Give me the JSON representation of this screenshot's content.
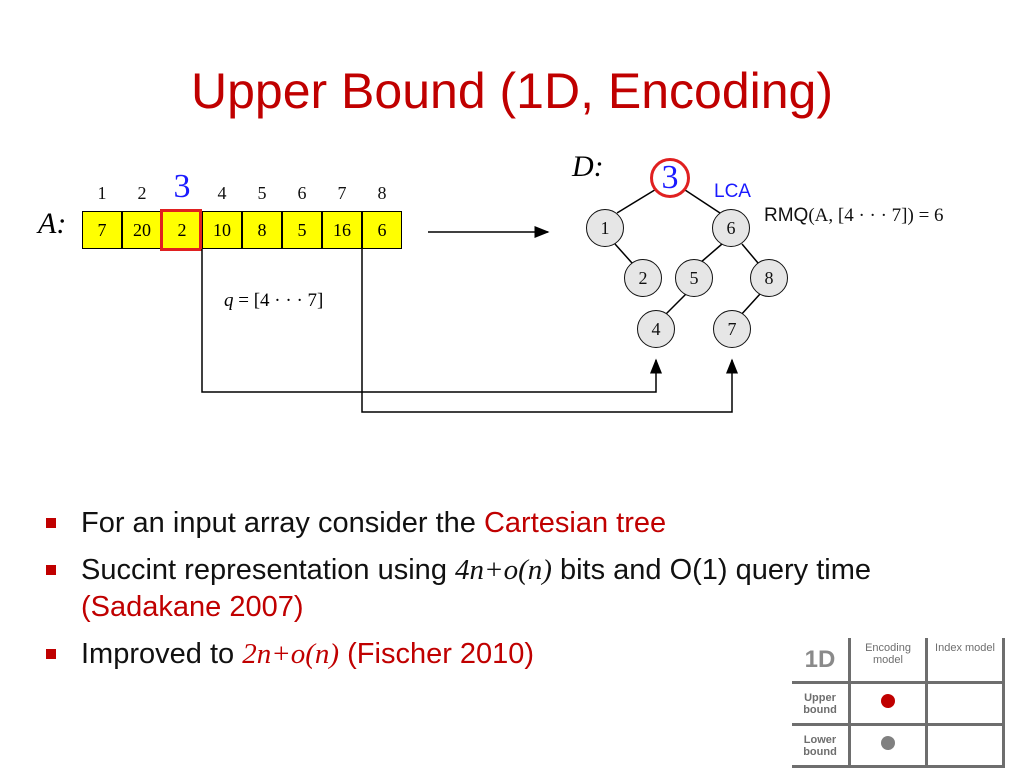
{
  "title": "Upper Bound (1D, Encoding)",
  "diagram": {
    "array_label": "A:",
    "indices": [
      "1",
      "2",
      "3",
      "4",
      "5",
      "6",
      "7",
      "8"
    ],
    "values": [
      "7",
      "20",
      "2",
      "10",
      "8",
      "5",
      "16",
      "6"
    ],
    "highlight_index": 3,
    "query": "q = [4 · · · 7]",
    "tree_label": "D:",
    "root": "3",
    "nodes": [
      "1",
      "6",
      "2",
      "5",
      "8",
      "4",
      "7"
    ],
    "lca_label": "LCA",
    "rmq_text": "RMQ",
    "rmq_args": "(A, [4 · · · 7]) = 6"
  },
  "bullets": [
    {
      "pre": "For an input array consider the ",
      "highlight": "Cartesian tree"
    },
    {
      "pre": "Succint representation using ",
      "math": "4n+o(n)",
      "mid": " bits and O(1) query time  ",
      "ref": "(Sadakane 2007)"
    },
    {
      "pre": "Improved to ",
      "math": "2n+o(n)",
      "ref": "  (Fischer 2010)"
    }
  ],
  "table": {
    "corner": "1D",
    "col1": "Encoding model",
    "col2": "Index model",
    "row1": "Upper bound",
    "row2": "Lower bound",
    "colors": {
      "upper_dot": "#c00000",
      "lower_dot": "#808080"
    }
  }
}
